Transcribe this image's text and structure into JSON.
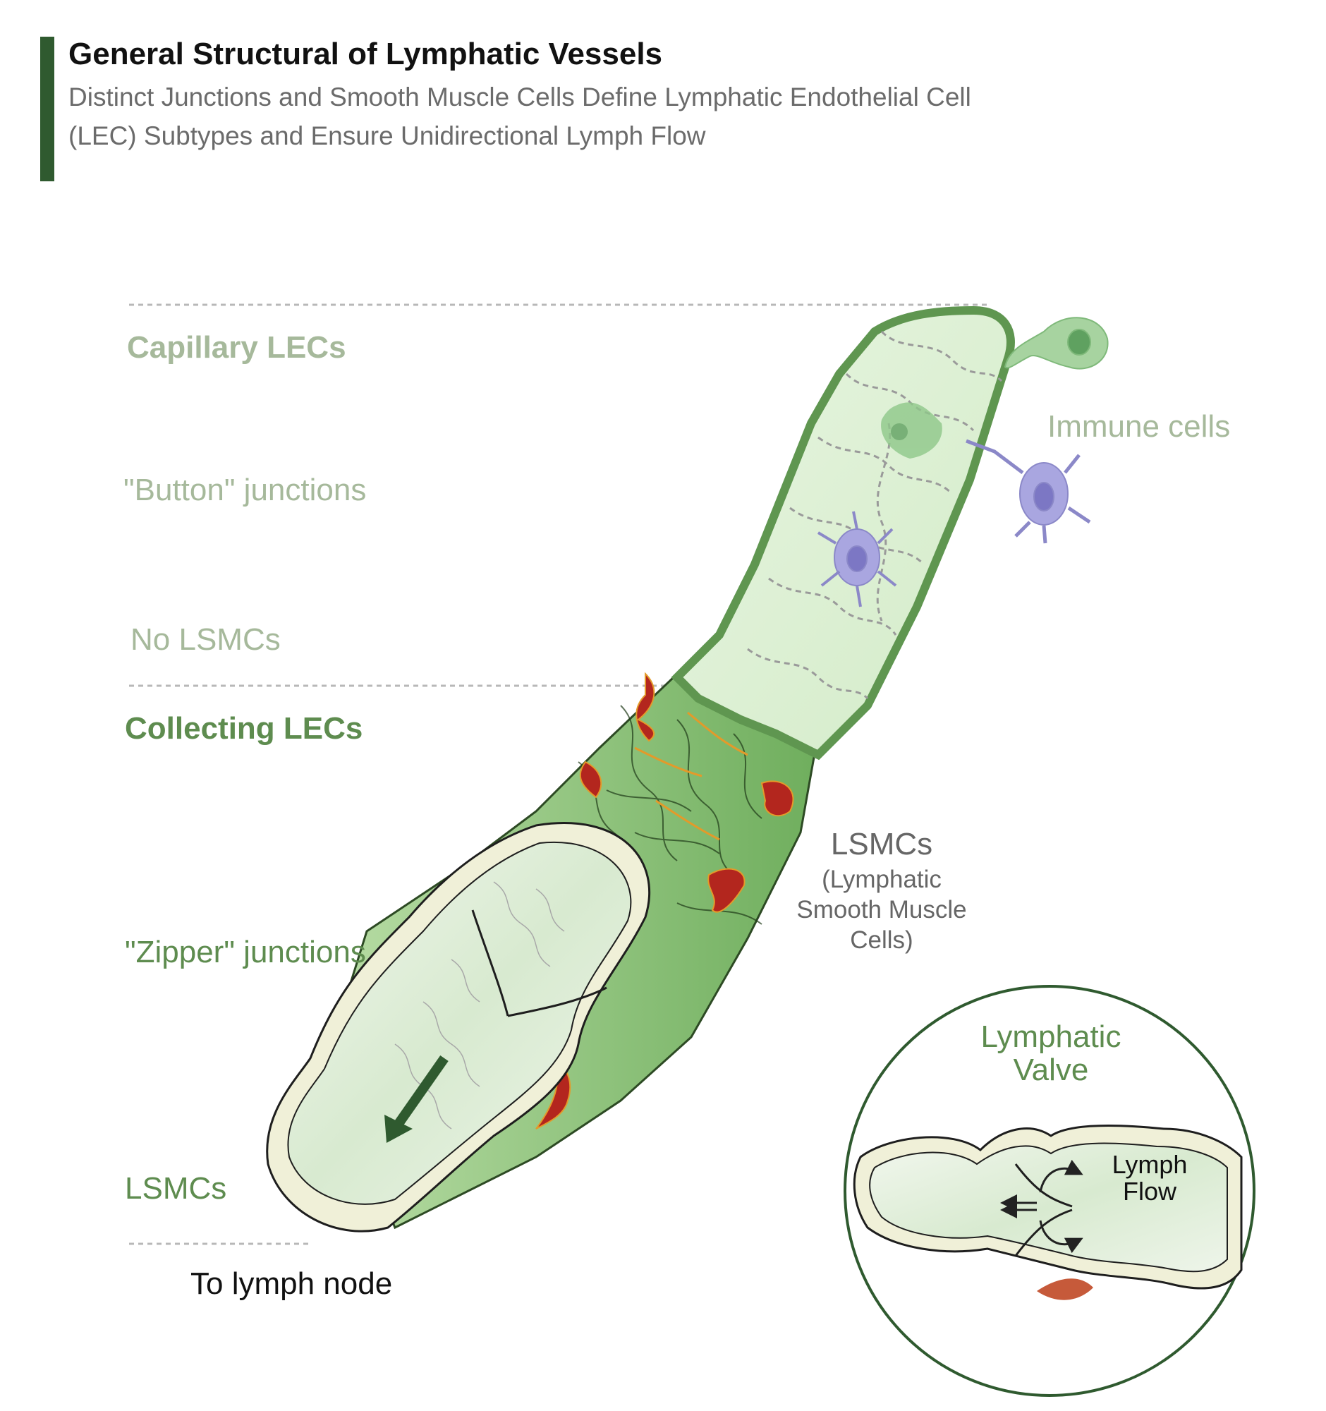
{
  "header": {
    "title": "General Structural of Lymphatic Vessels",
    "subtitle": "Distinct Junctions and Smooth Muscle Cells Define Lymphatic Endothelial Cell (LEC) Subtypes and Ensure Unidirectional Lymph Flow"
  },
  "labels": {
    "capillary_lecs": "Capillary LECs",
    "button_junctions": "\"Button\" junctions",
    "no_lsmcs": "No LSMCs",
    "collecting_lecs": "Collecting LECs",
    "zipper_junctions": "\"Zipper\" junctions",
    "lsmcs_left": "LSMCs",
    "to_lymph_node": "To lymph node",
    "immune_cells": "Immune cells",
    "lsmcs_right": "LSMCs",
    "lsmcs_full_line1": "(Lymphatic",
    "lsmcs_full_line2": "Smooth Muscle",
    "lsmcs_full_line3": "Cells)",
    "valve_title_line1": "Lymphatic",
    "valve_title_line2": "Valve",
    "lymph_flow_line1": "Lymph",
    "lymph_flow_line2": "Flow"
  },
  "colors": {
    "accent": "#2f5a2f",
    "capillary_label": "#a6b99b",
    "collecting_label": "#5e8c4f",
    "vessel_fill": "#dff0d6",
    "vessel_wall": "#5f9650",
    "lsmc": "#b3261e",
    "immune_cell": "#a9a6e0"
  }
}
